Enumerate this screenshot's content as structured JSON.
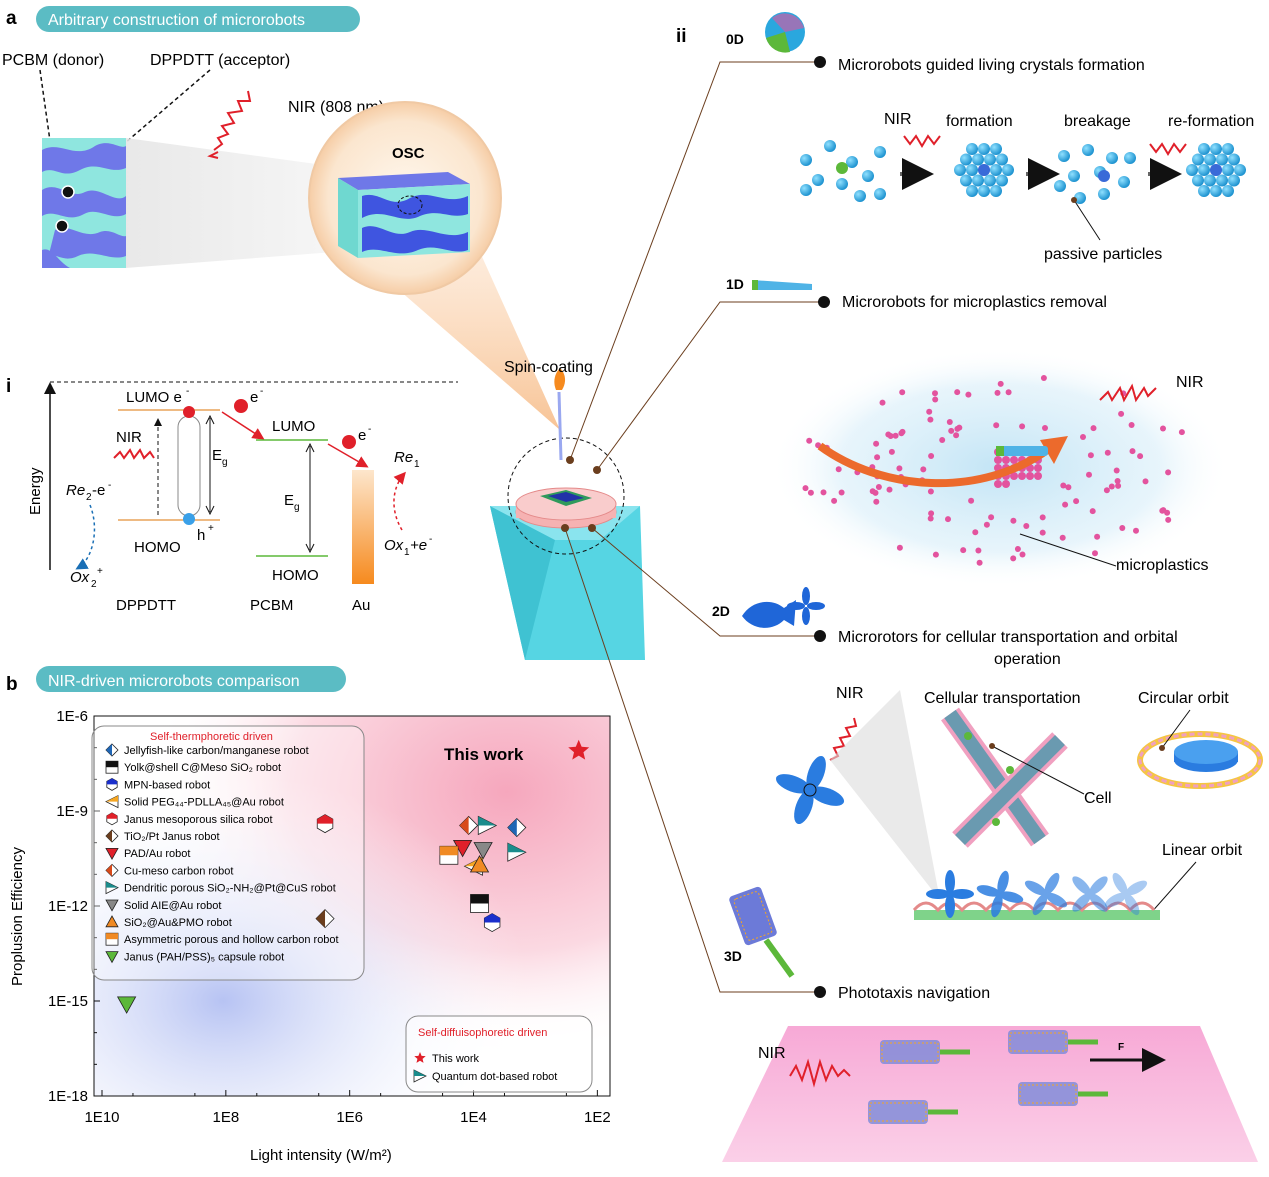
{
  "panel_a": {
    "letter": "a",
    "banner": "Arbitrary construction of microrobots",
    "donor_label": "PCBM (donor)",
    "acceptor_label": "DPPDTT (acceptor)",
    "nir_label": "NIR (808 nm)",
    "osc_label": "OSC",
    "spin_label": "Spin-coating"
  },
  "panel_i": {
    "letter": "i",
    "energy_axis": "Energy",
    "lumo_left": "LUMO e",
    "nir": "NIR",
    "eg_left": "E",
    "eg_sub": "g",
    "homo_left": "HOMO",
    "h_plus": "h",
    "e_minus": "e",
    "lumo_mid": "LUMO",
    "eg_mid": "E",
    "homo_mid": "HOMO",
    "re2": "Re",
    "ox2": "Ox",
    "re1": "Re",
    "ox1": "Ox",
    "dppdtt": "DPPDTT",
    "pcbm": "PCBM",
    "au": "Au"
  },
  "panel_ii": {
    "letter": "ii",
    "d0": "0D",
    "d0_title": "Microrobots guided living crystals formation",
    "nir": "NIR",
    "formation": "formation",
    "breakage": "breakage",
    "reformation": "re-formation",
    "passive": "passive particles",
    "d1": "1D",
    "d1_title": "Microrobots for microplastics removal",
    "nir2": "NIR",
    "microplastics": "microplastics",
    "d2": "2D",
    "d2_title_1": "Microrotors for cellular transportation and orbital",
    "d2_title_2": "operation",
    "nir3": "NIR",
    "cellular": "Cellular transportation",
    "circular": "Circular orbit",
    "cell": "Cell",
    "linear": "Linear orbit",
    "d3": "3D",
    "d3_title": "Phototaxis navigation",
    "nir4": "NIR",
    "force": "F"
  },
  "panel_b": {
    "letter": "b",
    "banner": "NIR-driven microrobots comparison"
  },
  "colors": {
    "banner": "#5bbcc4",
    "this_work": "#e0202a",
    "particle": "#2aa7de",
    "microplastic": "#e3539e",
    "stage": "#56d5e3"
  },
  "chart_data": {
    "type": "scatter",
    "xlabel": "Light intensity (W/m²)",
    "ylabel": "Proplusion Efficiency",
    "x_scale": "log, reversed",
    "y_scale": "log",
    "xlim": [
      10000000000.0,
      100.0
    ],
    "ylim": [
      1e-18,
      1e-06
    ],
    "x_ticks": [
      "1E10",
      "1E8",
      "1E6",
      "1E4",
      "1E2"
    ],
    "y_ticks": [
      "1E-6",
      "1E-9",
      "1E-12",
      "1E-15",
      "1E-18"
    ],
    "legend_title_thermo": "Self-thermphoretic driven",
    "legend_title_diffusio": "Self-diffuisophoretic driven",
    "annotation": "This work",
    "series": [
      {
        "name": "Jellyfish-like carbon/manganese robot",
        "group": "thermo",
        "color": "#1f66b5",
        "shape": "diamond-half",
        "x": 2000.0,
        "y": 3e-10
      },
      {
        "name": "Yolk@shell C@Meso SiO₂ robot",
        "group": "thermo",
        "color": "#111111",
        "shape": "square-half",
        "x": 8000.0,
        "y": 1.2e-12
      },
      {
        "name": "MPN-based robot",
        "group": "thermo",
        "color": "#1a2fcc",
        "shape": "hexagon-half",
        "x": 5000.0,
        "y": 3e-13
      },
      {
        "name": "Solid PEG₄₄-PDLLA₄₅@Au robot",
        "group": "thermo",
        "color": "#f5a623",
        "shape": "triangle-left",
        "x": 10000.0,
        "y": 1.8e-11
      },
      {
        "name": "Janus mesoporous silica robot",
        "group": "thermo",
        "color": "#e0202a",
        "shape": "hexagon-half",
        "x": 2500000.0,
        "y": 4e-10
      },
      {
        "name": "TiO₂/Pt Janus robot",
        "group": "thermo",
        "color": "#6b3e1e",
        "shape": "diamond-half",
        "x": 2500000.0,
        "y": 4e-13
      },
      {
        "name": "PAD/Au robot",
        "group": "thermo",
        "color": "#e0202a",
        "shape": "triangle-down",
        "x": 15000.0,
        "y": 7e-11
      },
      {
        "name": "Cu-meso carbon robot",
        "group": "thermo",
        "color": "#d84a1b",
        "shape": "diamond-half",
        "x": 12000.0,
        "y": 3.5e-10
      },
      {
        "name": "Dendritic porous SiO₂-NH₂@Pt@CuS robot",
        "group": "thermo",
        "color": "#1a8c8c",
        "shape": "triangle-right",
        "x": 6000.0,
        "y": 3.5e-10
      },
      {
        "name": "Solid AIE@Au robot",
        "group": "thermo",
        "color": "#888888",
        "shape": "triangle-down",
        "x": 7000.0,
        "y": 6e-11
      },
      {
        "name": "SiO₂@Au&PMO robot",
        "group": "thermo",
        "color": "#f08a24",
        "shape": "triangle-up",
        "x": 8000.0,
        "y": 2e-11
      },
      {
        "name": "Asymmetric porous and hollow carbon robot",
        "group": "thermo",
        "color": "#f08a24",
        "shape": "square-half",
        "x": 25000.0,
        "y": 4e-11
      },
      {
        "name": "Janus (PAH/PSS)₅ capsule robot",
        "group": "thermo",
        "color": "#5cb83a",
        "shape": "triangle-down",
        "x": 4000000000.0,
        "y": 8e-16
      },
      {
        "name": "This work",
        "group": "diffusio",
        "color": "#e0202a",
        "shape": "star",
        "x": 200.0,
        "y": 8e-08
      },
      {
        "name": "Quantum dot-based robot",
        "group": "diffusio",
        "color": "#1a8c8c",
        "shape": "triangle-right",
        "x": 2000.0,
        "y": 5e-11
      }
    ]
  }
}
